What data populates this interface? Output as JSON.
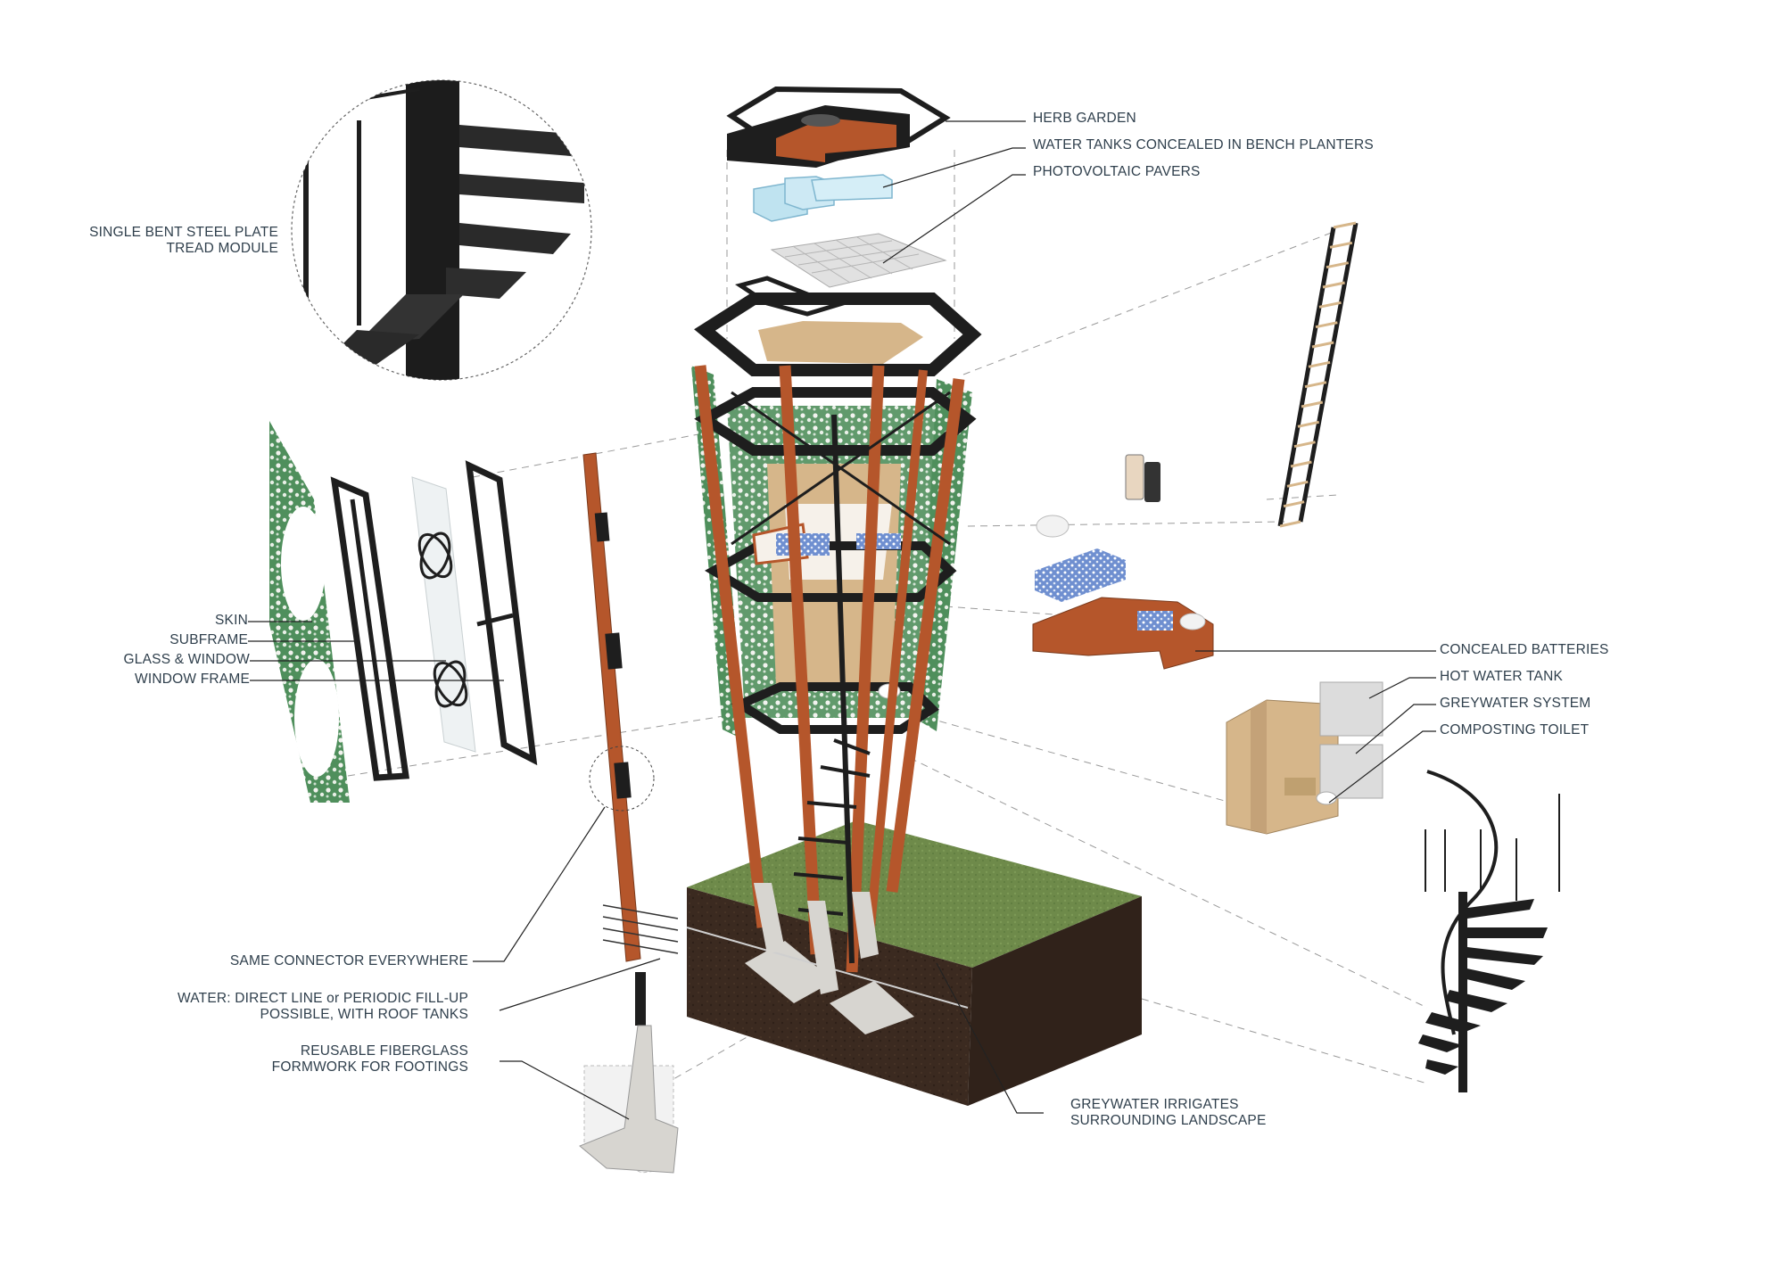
{
  "colors": {
    "steel": "#1e1e1e",
    "timber": "#b5562b",
    "plywood": "#d6b68a",
    "grass": "#6e8a4a",
    "soil": "#3b2a20",
    "concrete": "#d7d5d0",
    "glass": "#bfe3f0",
    "mosaic": "#4f8f5c",
    "label_text": "#2f3f4c",
    "leader": "#222222",
    "dashed": "#9a9a9a"
  },
  "labels": {
    "herb_garden": "HERB GARDEN",
    "water_tanks": "WATER TANKS CONCEALED IN BENCH PLANTERS",
    "photovoltaic": "PHOTOVOLTAIC PAVERS",
    "tread_line1": "SINGLE BENT STEEL PLATE",
    "tread_line2": "TREAD MODULE",
    "skin": "SKIN",
    "subframe": "SUBFRAME",
    "glass_window": "GLASS & WINDOW",
    "window_frame": "WINDOW FRAME",
    "concealed_batteries": "CONCEALED BATTERIES",
    "hot_water_tank": "HOT WATER TANK",
    "greywater_system": "GREYWATER SYSTEM",
    "composting_toilet": "COMPOSTING TOILET",
    "same_connector": "SAME CONNECTOR EVERYWHERE",
    "water_line1": "WATER: DIRECT LINE or PERIODIC FILL-UP",
    "water_line2": "POSSIBLE, WITH ROOF TANKS",
    "formwork_line1": "REUSABLE FIBERGLASS",
    "formwork_line2": "FORMWORK FOR FOOTINGS",
    "greywater_irrigates_line1": "GREYWATER IRRIGATES",
    "greywater_irrigates_line2": "SURROUNDING LANDSCAPE"
  }
}
